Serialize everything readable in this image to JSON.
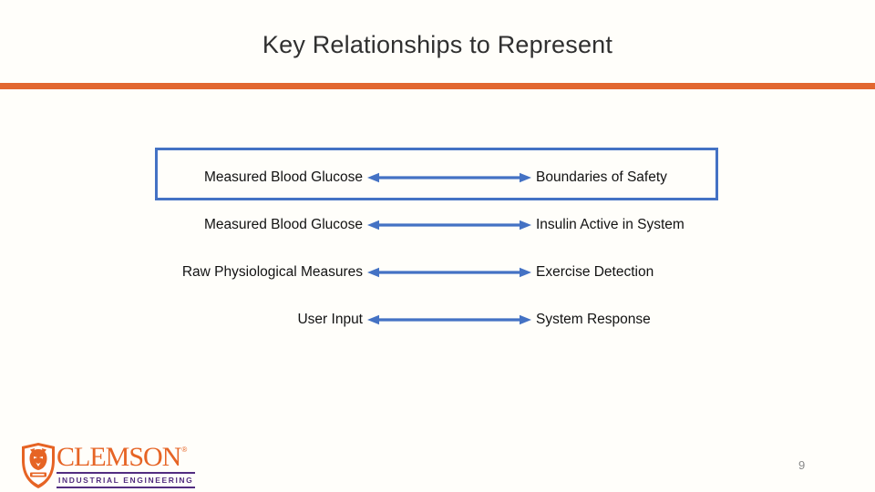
{
  "slide": {
    "title": "Key Relationships to Represent",
    "page_number": "9"
  },
  "colors": {
    "accent-orange": "#E2672F",
    "diagram-blue": "#4472C4",
    "clemson-orange": "#E66425",
    "clemson-purple": "#522D80",
    "title-gray": "#303030",
    "page-number-gray": "#8a8a8a"
  },
  "diagram": {
    "rows": [
      {
        "left": "Measured Blood Glucose",
        "right": "Boundaries of Safety"
      },
      {
        "left": "Measured Blood Glucose",
        "right": "Insulin Active in System"
      },
      {
        "left": "Raw Physiological Measures",
        "right": "Exercise Detection"
      },
      {
        "left": "User Input",
        "right": "System Response"
      }
    ]
  },
  "logo": {
    "wordmark": "CLEMSON",
    "trademark": "®",
    "subtitle": "INDUSTRIAL ENGINEERING"
  }
}
